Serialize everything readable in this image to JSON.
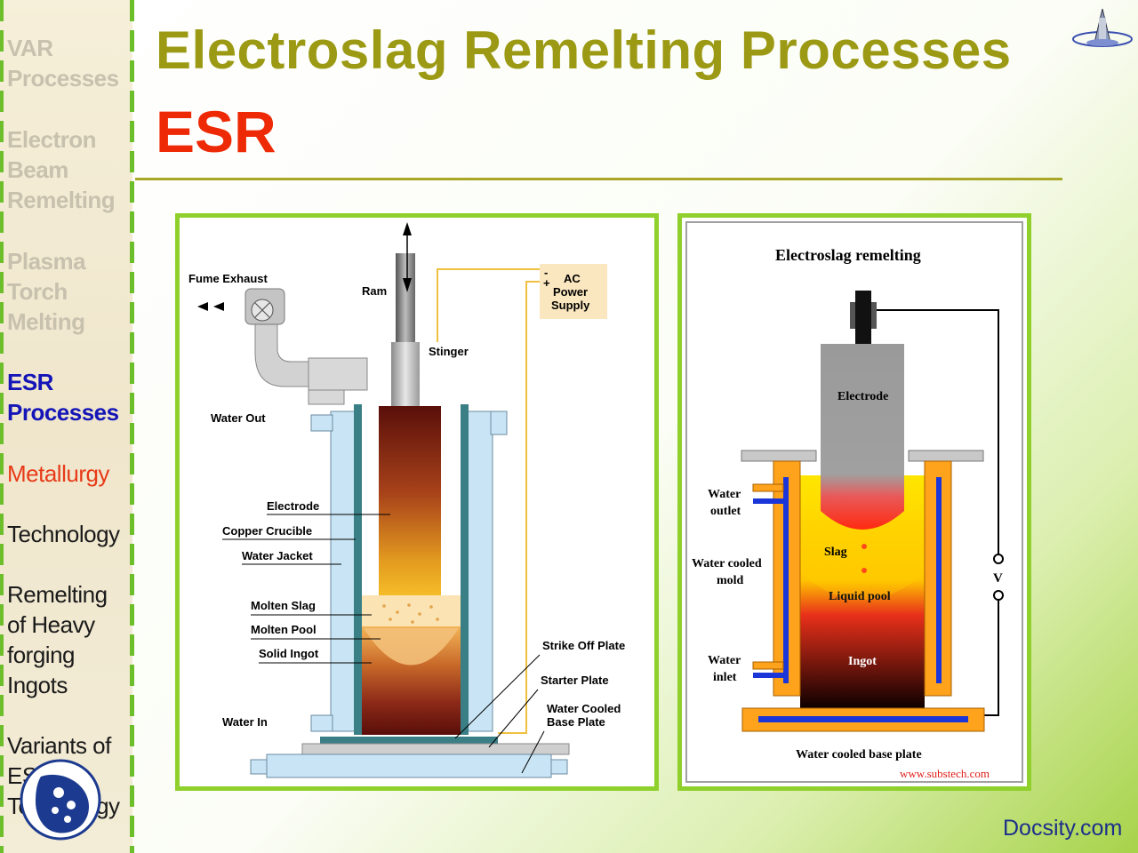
{
  "sidebar": {
    "items": [
      {
        "label_lines": [
          "VAR",
          "Processes"
        ]
      },
      {
        "label_lines": [
          "Electron",
          "Beam",
          "Remelting"
        ]
      },
      {
        "label_lines": [
          "Plasma",
          "Torch",
          "Melting"
        ]
      },
      {
        "label_lines": [
          "ESR",
          "Processes"
        ]
      },
      {
        "label_lines": [
          "Metallurgy"
        ]
      },
      {
        "label_lines": [
          "Technology"
        ]
      },
      {
        "label_lines": [
          "Remelting",
          "of Heavy",
          "forging",
          "Ingots"
        ]
      },
      {
        "label_lines": [
          "Variants of",
          "ESR",
          "Technology"
        ]
      }
    ]
  },
  "header": {
    "title": "Electroslag Remelting Processes",
    "subtitle": "ESR"
  },
  "left_diagram": {
    "labels": {
      "fume_exhaust": "Fume Exhaust",
      "ram": "Ram",
      "stinger": "Stinger",
      "ac_minus": "-",
      "ac_plus": "+",
      "ac_line1": "AC",
      "ac_line2": "Power",
      "ac_line3": "Supply",
      "water_out": "Water Out",
      "electrode": "Electrode",
      "copper_crucible": "Copper Crucible",
      "water_jacket": "Water Jacket",
      "molten_slag": "Molten Slag",
      "molten_pool": "Molten Pool",
      "solid_ingot": "Solid Ingot",
      "water_in": "Water In",
      "strike_off_plate": "Strike Off Plate",
      "starter_plate": "Starter Plate",
      "base_plate_line1": "Water Cooled",
      "base_plate_line2": "Base Plate"
    }
  },
  "right_diagram": {
    "labels": {
      "title": "Electroslag remelting",
      "electrode": "Electrode",
      "water_outlet_1": "Water",
      "water_outlet_2": "outlet",
      "water_cooled_mold_1": "Water cooled",
      "water_cooled_mold_2": "mold",
      "slag": "Slag",
      "liquid_pool": "Liquid pool",
      "ingot": "Ingot",
      "water_inlet_1": "Water",
      "water_inlet_2": "inlet",
      "voltage": "V",
      "base_plate": "Water cooled base plate",
      "credit": "www.substech.com"
    }
  },
  "footer": {
    "brand": "Docsity.com"
  },
  "colors": {
    "title": "#9c9a14",
    "subtitle": "#ee2a06",
    "nav_active": "#1515b8",
    "nav_red": "#e83a18",
    "panel_border": "#8fd02c",
    "brand": "#1c2f8a"
  }
}
